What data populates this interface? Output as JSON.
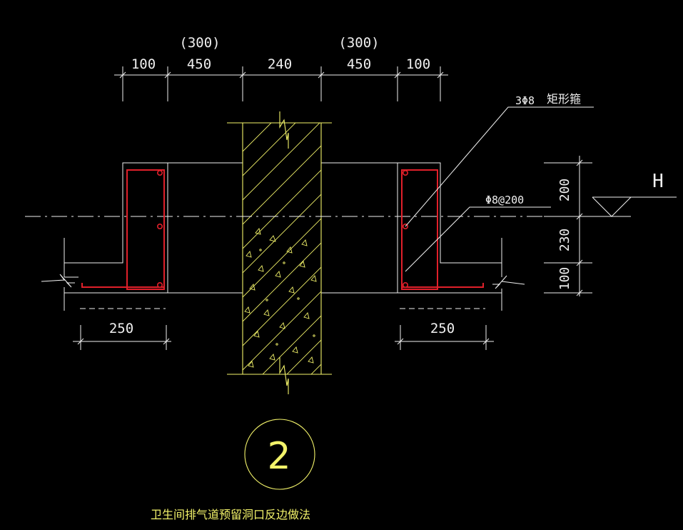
{
  "dimensions_top_main": [
    "100",
    "450",
    "240",
    "450",
    "100"
  ],
  "dimensions_top_alt": [
    "(300)",
    "(300)"
  ],
  "dimension_left_bottom": "250",
  "dimension_right_bottom": "250",
  "dimensions_right_vertical": [
    "200",
    "230",
    "100"
  ],
  "leader_labels": {
    "stirrup_count": "3Φ8",
    "stirrup_type": "矩形箍",
    "distribution": "Φ8@200"
  },
  "elevation_mark": "H",
  "detail_number": "2",
  "caption": "卫生间排气道预留洞口反边做法",
  "colors": {
    "background": "#000000",
    "lines": "#f0f0f0",
    "concrete": "#f3f36a",
    "rebar": "#e0202a"
  }
}
